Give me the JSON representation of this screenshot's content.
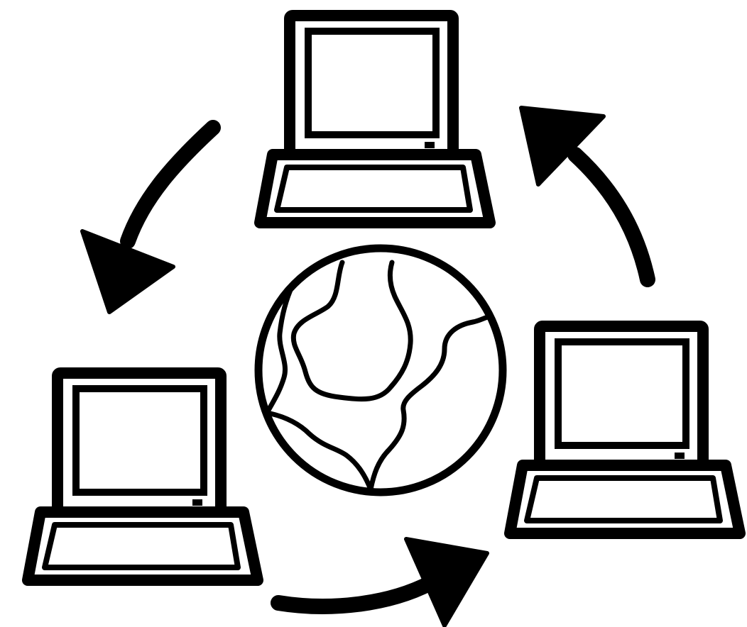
{
  "diagram": {
    "type": "network-cycle-clipart",
    "style": {
      "stroke_color": "#000000",
      "background_color": "#ffffff"
    },
    "nodes": [
      {
        "name": "computer-top",
        "icon": "desktop-computer-icon"
      },
      {
        "name": "computer-bottom-left",
        "icon": "desktop-computer-icon"
      },
      {
        "name": "computer-bottom-right",
        "icon": "desktop-computer-icon"
      },
      {
        "name": "globe",
        "icon": "globe-icon"
      }
    ],
    "arrows": [
      {
        "from": "computer-top",
        "to": "computer-bottom-left",
        "direction": "counterclockwise"
      },
      {
        "from": "computer-bottom-left",
        "to": "computer-bottom-right",
        "direction": "counterclockwise"
      },
      {
        "from": "computer-bottom-right",
        "to": "computer-top",
        "direction": "counterclockwise"
      }
    ]
  }
}
